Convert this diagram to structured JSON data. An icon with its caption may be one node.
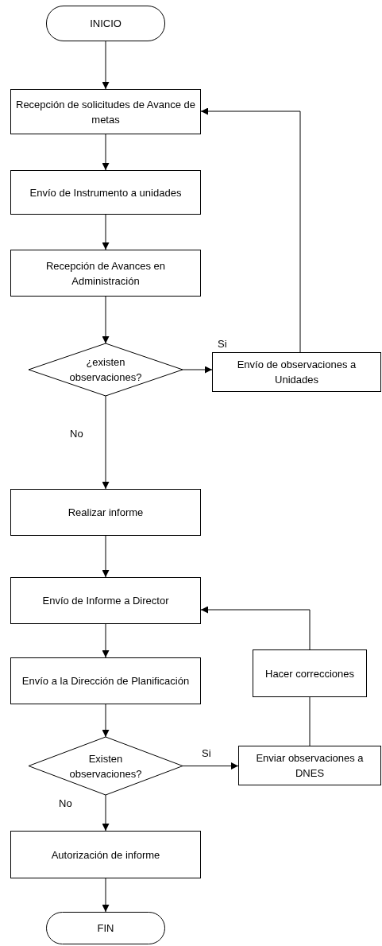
{
  "diagram": {
    "nodes": [
      {
        "text": [
          "INICIO"
        ]
      },
      {
        "text": [
          "Recepción de solicitudes de Avance de metas"
        ]
      },
      {
        "text": [
          "Envío de Instrumento a unidades"
        ]
      },
      {
        "text": [
          "Recepción de Avances en Administración"
        ]
      },
      {
        "text": [
          "¿existen observaciones?"
        ]
      },
      {
        "text": [
          "Envío de observaciones a Unidades"
        ]
      },
      {
        "text": [
          "Realizar informe"
        ]
      },
      {
        "text": [
          "Envío de Informe a Director"
        ]
      },
      {
        "text": [
          "Envío a la Dirección de Planificación"
        ]
      },
      {
        "text": [
          "Existen observaciones?"
        ]
      },
      {
        "text": [
          "Enviar observaciones a DNES"
        ]
      },
      {
        "text": [
          "Hacer correcciones"
        ]
      },
      {
        "text": [
          "Autorización de informe"
        ]
      },
      {
        "text": [
          "FIN"
        ]
      }
    ],
    "edges": [
      {
        "from": 0,
        "to": 1,
        "arrow": "to"
      },
      {
        "from": 1,
        "to": 2,
        "arrow": "to"
      },
      {
        "from": 2,
        "to": 3,
        "arrow": "to"
      },
      {
        "from": 3,
        "to": 4,
        "arrow": "to"
      },
      {
        "from": 4,
        "to": 5,
        "arrow": "to",
        "label": "Si"
      },
      {
        "from": 5,
        "to": 1,
        "arrow": "to"
      },
      {
        "from": 4,
        "to": 6,
        "arrow": "to",
        "label": "No"
      },
      {
        "from": 6,
        "to": 7,
        "arrow": "to"
      },
      {
        "from": 7,
        "to": 8,
        "arrow": "to"
      },
      {
        "from": 8,
        "to": 9,
        "arrow": "to"
      },
      {
        "from": 9,
        "to": 10,
        "arrow": "to",
        "label": "Si"
      },
      {
        "from": 10,
        "to": 11,
        "arrow": "none"
      },
      {
        "from": 11,
        "to": 7,
        "arrow": "to"
      },
      {
        "from": 9,
        "to": 12,
        "arrow": "to",
        "label": "No"
      },
      {
        "from": 12,
        "to": 13,
        "arrow": "to"
      }
    ]
  }
}
